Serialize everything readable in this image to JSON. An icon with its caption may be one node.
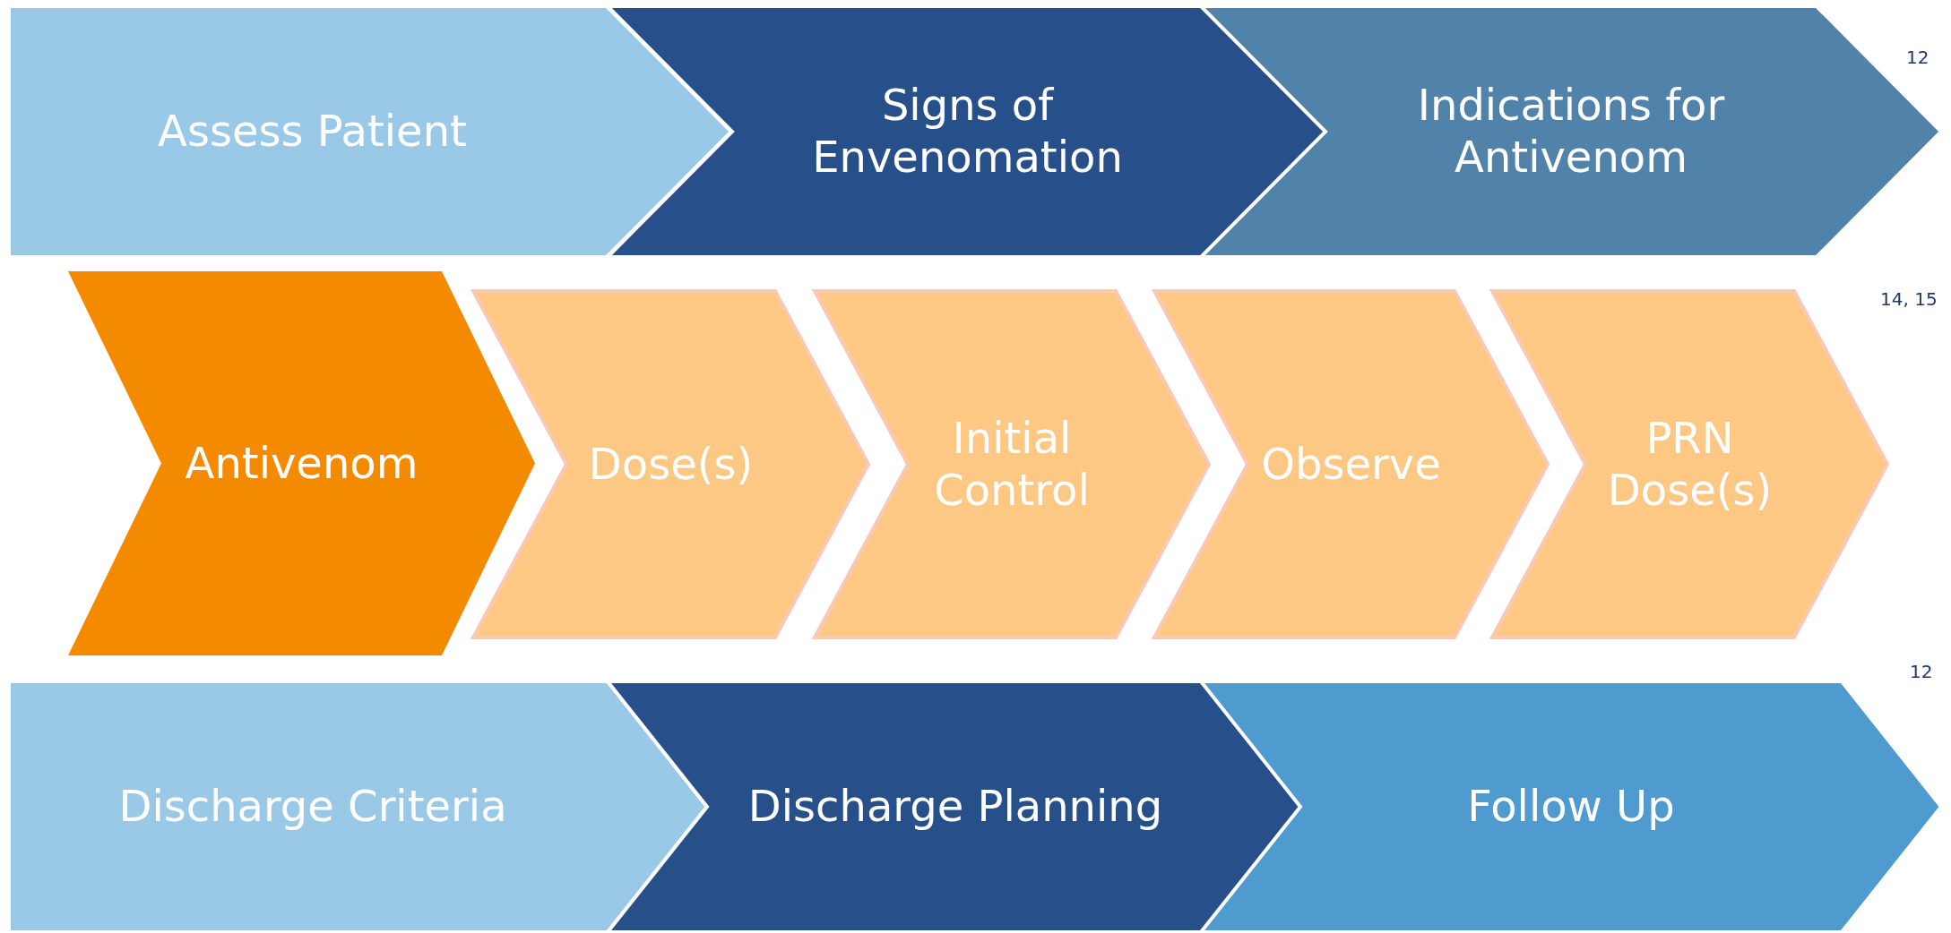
{
  "diagram": {
    "nodes": [
      {
        "text": [
          "Assess Patient"
        ]
      },
      {
        "text": [
          "Signs of Envenomation"
        ]
      },
      {
        "text": [
          "Indications for Antivenom"
        ]
      },
      {
        "text": [
          "Antivenom"
        ]
      },
      {
        "text": [
          "Dose(s)"
        ]
      },
      {
        "text": [
          "Initial Control"
        ]
      },
      {
        "text": [
          "Observe"
        ]
      },
      {
        "text": [
          "PRN Dose(s)"
        ]
      },
      {
        "text": [
          "Discharge Criteria"
        ]
      },
      {
        "text": [
          "Discharge Planning"
        ]
      },
      {
        "text": [
          "Follow Up"
        ]
      }
    ],
    "edges": [],
    "labels": [
      "12",
      "14, 15",
      "12"
    ]
  }
}
